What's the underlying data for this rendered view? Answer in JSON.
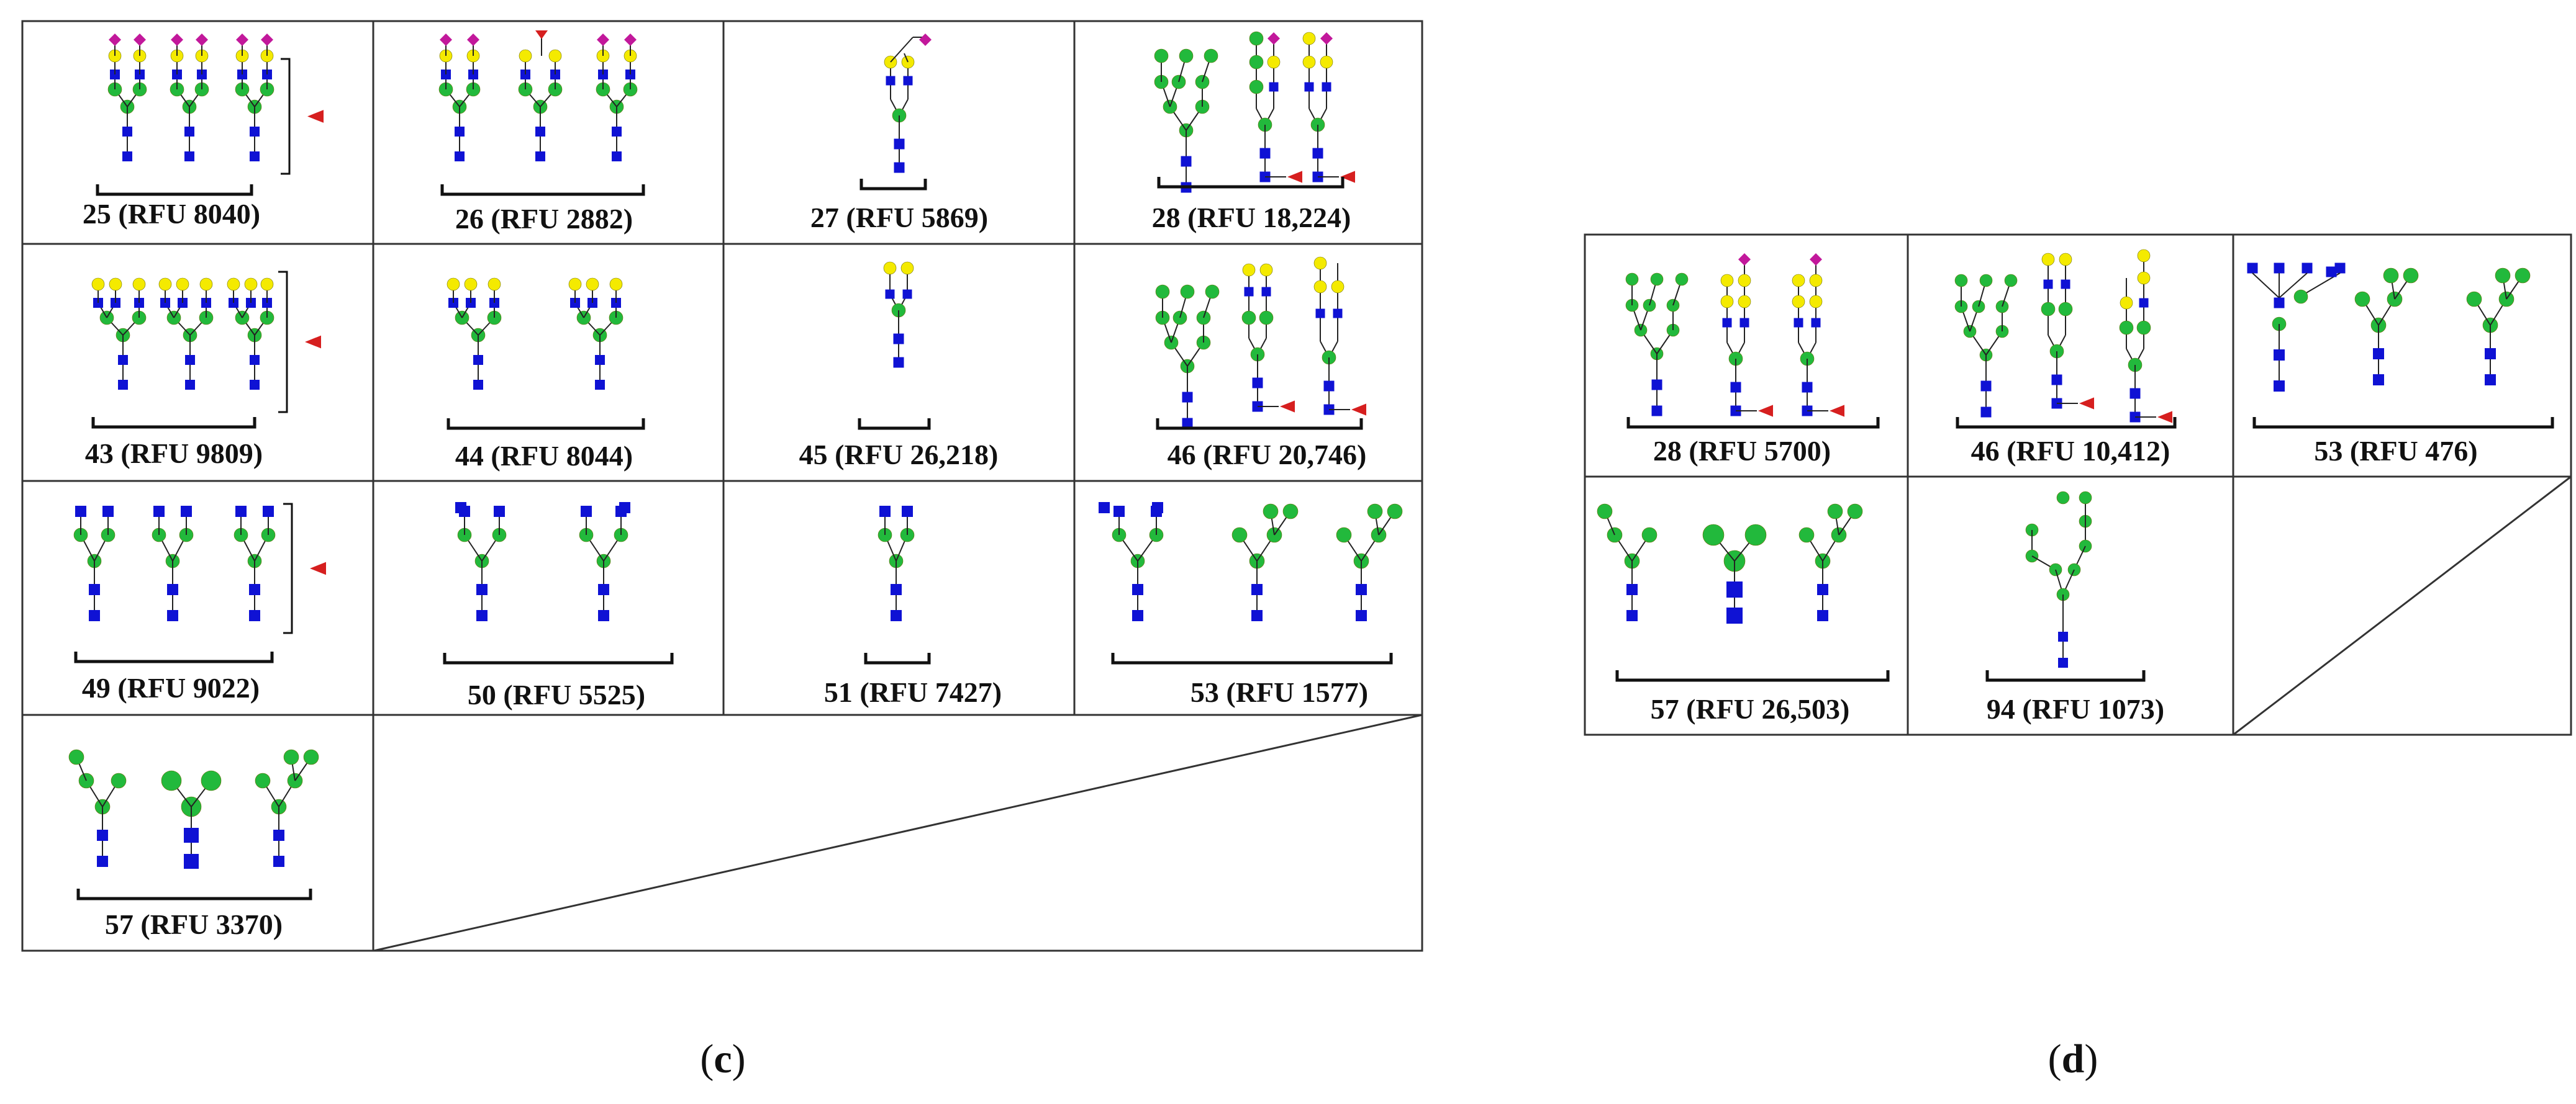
{
  "colors": {
    "sialic": "#c2189b",
    "galactose": "#f4ea00",
    "glcnac": "#0f12d4",
    "mannose": "#22b93c",
    "fucose": "#d61f1f",
    "line": "#222222"
  },
  "panels": [
    {
      "id": "c",
      "label_open": "(",
      "label_letter": "c",
      "label_close": ")",
      "cells": [
        {
          "label": "25 (RFU 8040)",
          "motif": "sia3",
          "bracket": "side"
        },
        {
          "label": "26 (RFU 2882)",
          "motif": "mixed26",
          "bracket": "bottom"
        },
        {
          "label": "27 (RFU 5869)",
          "motif": "small27",
          "bracket": "bottom"
        },
        {
          "label": "28  (RFU 18,224)",
          "motif": "hm28",
          "bracket": "bottom"
        },
        {
          "label": "43 (RFU 9809)",
          "motif": "gal3",
          "bracket": "side"
        },
        {
          "label": "44 (RFU 8044)",
          "motif": "gal2",
          "bracket": "bottom"
        },
        {
          "label": "45 (RFU 26,218)",
          "motif": "single45",
          "bracket": "bottom"
        },
        {
          "label": "46 (RFU 20,746)",
          "motif": "hm46",
          "bracket": "bottom"
        },
        {
          "label": "49 (RFU 9022)",
          "motif": "agal3",
          "bracket": "side"
        },
        {
          "label": "50 (RFU 5525)",
          "motif": "agal2",
          "bracket": "bottom"
        },
        {
          "label": "51 (RFU 7427)",
          "motif": "single51",
          "bracket": "bottom"
        },
        {
          "label": "53 (RFU 1577)",
          "motif": "m53",
          "bracket": "bottom"
        },
        {
          "label": "57 (RFU 3370)",
          "motif": "m57",
          "bracket": "bottom"
        }
      ]
    },
    {
      "id": "d",
      "label_open": "(",
      "label_letter": "d",
      "label_close": ")",
      "cells": [
        {
          "label": "28  (RFU 5700)",
          "motif": "hm28",
          "bracket": "bottom"
        },
        {
          "label": "46 (RFU 10,412)",
          "motif": "hm46",
          "bracket": "bottom"
        },
        {
          "label": "53 (RFU 476)",
          "motif": "m53",
          "bracket": "bottom"
        },
        {
          "label": "57 (RFU 26,503)",
          "motif": "m57",
          "bracket": "bottom"
        },
        {
          "label": "94  (RFU 1073)",
          "motif": "m94",
          "bracket": "bottom"
        }
      ]
    }
  ]
}
